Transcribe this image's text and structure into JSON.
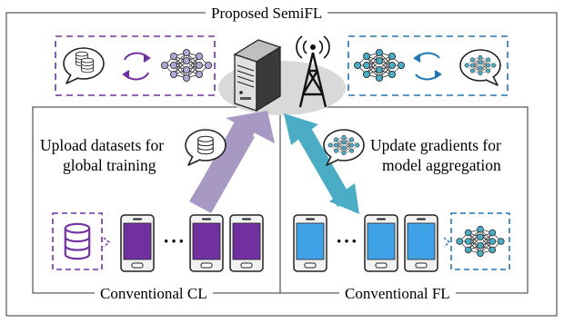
{
  "title": "Proposed SemiFL",
  "left_section": {
    "label": "Conventional CL",
    "caption_line1": "Upload datasets for",
    "caption_line2": "global training",
    "dots": "···"
  },
  "right_section": {
    "label": "Conventional FL",
    "caption_line1": "Update gradients for",
    "caption_line2": "model aggregation",
    "dots": "···"
  },
  "colors": {
    "purple": "#7030a0",
    "purple_arrow": "#a898c4",
    "blue": "#1f77b4",
    "blue_arrow": "#4bacc6",
    "phone_purple": "#7030a0",
    "phone_blue": "#3fa2e6",
    "node_purple": "#b4a7d6",
    "node_blue": "#4bacc6",
    "ellipse": "#d9d9d9"
  },
  "icons": [
    "database-icon",
    "neural-network-icon",
    "server-icon",
    "antenna-tower-icon",
    "smartphone-icon",
    "cycle-arrows-icon",
    "speech-bubble-icon"
  ]
}
